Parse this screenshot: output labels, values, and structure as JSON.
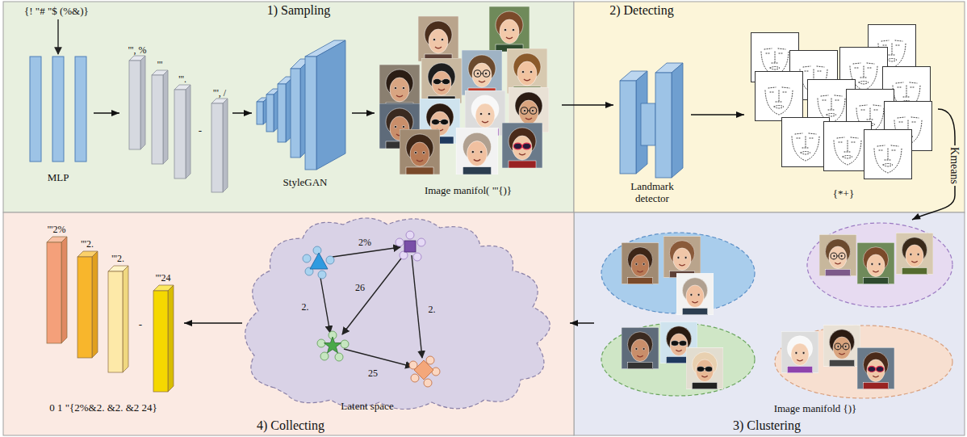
{
  "diagram": {
    "nodes": [
      {
        "text": [
          "1) Sampling"
        ]
      },
      {
        "text": [
          "MLP"
        ],
        "in": 0
      },
      {
        "text": [
          "\"', %",
          "\"'",
          "\"'.",
          "-",
          "\"', /"
        ],
        "in": 0
      },
      {
        "text": [
          "StyleGAN"
        ],
        "in": 0
      },
      {
        "text": [
          "Image manifol( \"'{)}"
        ],
        "in": 0
      },
      {
        "text": [
          "2) Detecting"
        ]
      },
      {
        "text": [
          "Landmark detector"
        ],
        "in": 5
      },
      {
        "text": [
          "{*+}"
        ],
        "in": 5
      },
      {
        "text": [
          "3) Clustering"
        ]
      },
      {
        "text": [
          "Image manifold {)}"
        ],
        "in": 8
      },
      {
        "text": [
          "4) Collecting"
        ]
      },
      {
        "text": [
          "Latent space"
        ],
        "in": 10
      },
      {
        "text": [
          "\"'2%",
          "\"'2.",
          "\"'2.",
          "-",
          "\"'24",
          "0 1 \"{2%&2. &2. &2 24}"
        ],
        "in": 10
      }
    ],
    "edges": [
      {
        "from": 1,
        "to": 2,
        "arrow": "to"
      },
      {
        "from": 2,
        "to": 3,
        "arrow": "to"
      },
      {
        "from": 3,
        "to": 4,
        "arrow": "to"
      },
      {
        "from": 4,
        "to": 6,
        "arrow": "to"
      },
      {
        "from": 6,
        "to": 7,
        "arrow": "to"
      },
      {
        "from": 7,
        "to": 9,
        "label": "Kmeans",
        "arrow": "to"
      },
      {
        "from": 9,
        "to": 11,
        "arrow": "to"
      },
      {
        "from": 11,
        "to": 12,
        "arrow": "to"
      }
    ],
    "labels": [
      "{! \"# \"$ (%&)}",
      "2%",
      "2.",
      "26",
      "2.",
      "25"
    ]
  }
}
